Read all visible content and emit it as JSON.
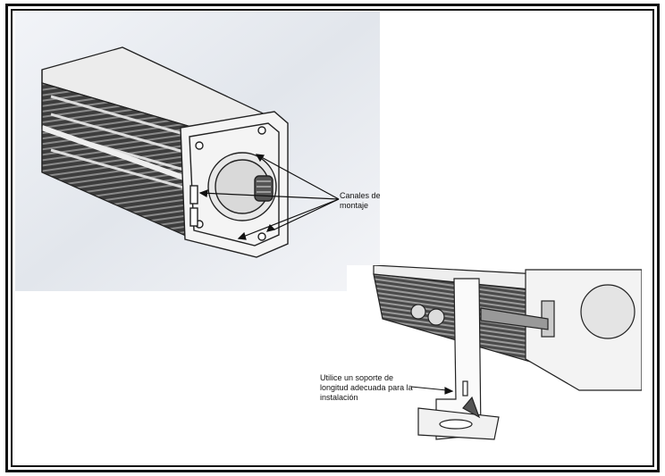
{
  "callouts": {
    "mounting_channels": "Canales de montaje",
    "bracket_note": "Utilice un soporte de longitud adecuada para la instalación"
  },
  "figures": {
    "top": {
      "icon": "light-bar-isometric-drawing"
    },
    "bottom": {
      "icon": "bracket-mount-detail-drawing"
    }
  }
}
